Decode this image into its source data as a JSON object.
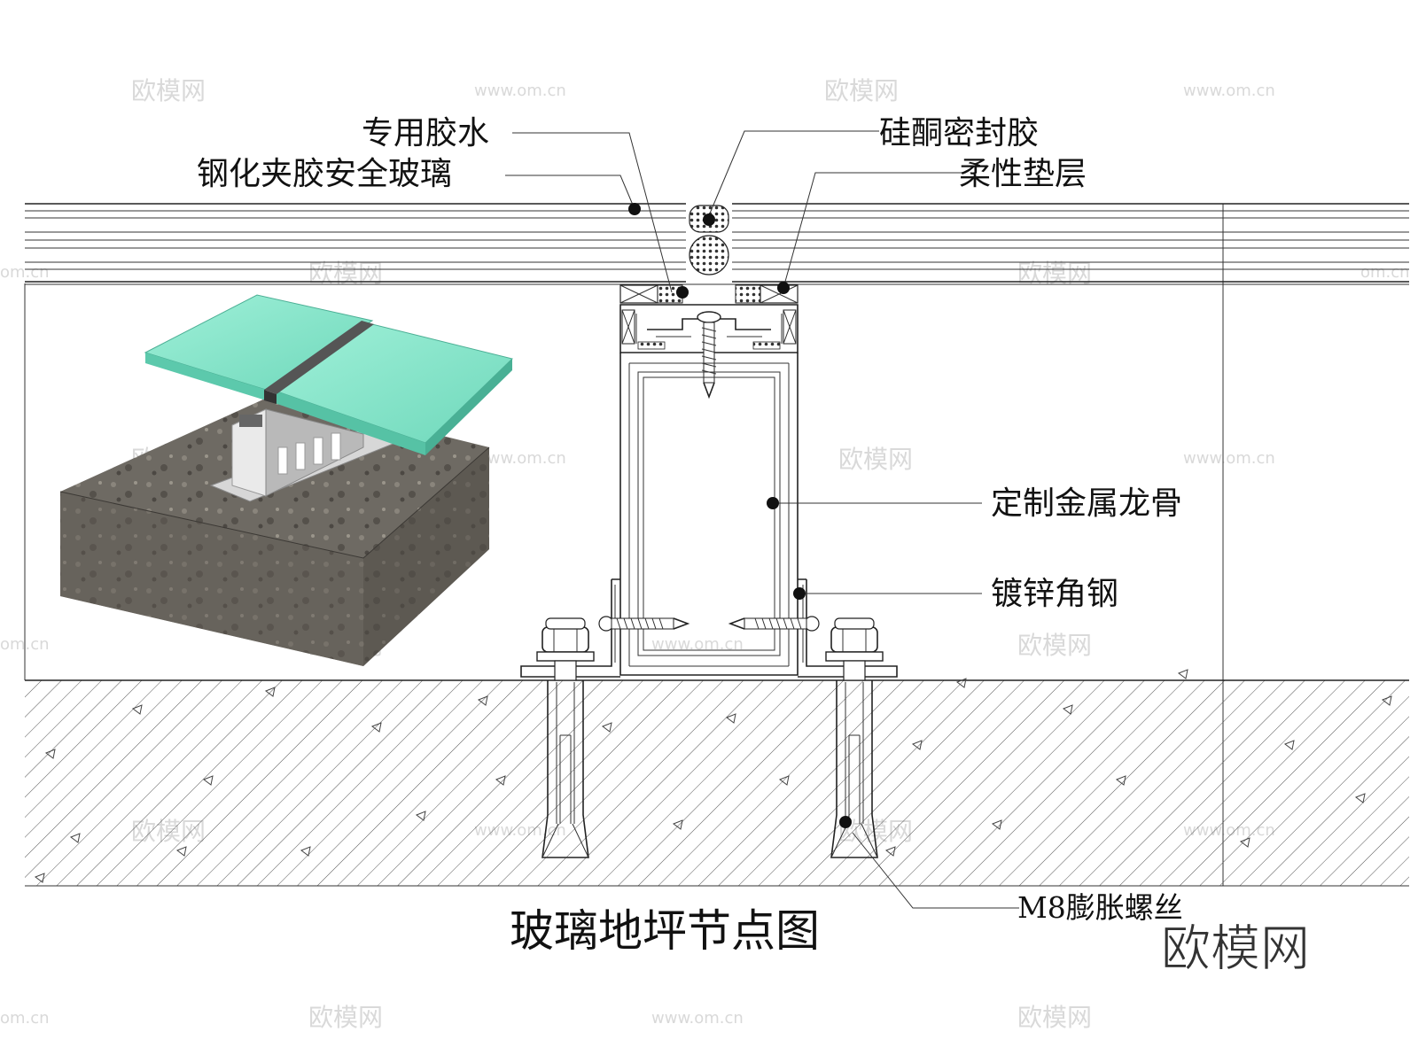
{
  "title": "玻璃地坪节点图",
  "logo_text": "欧模网",
  "watermarks": {
    "site": "www.om.cn",
    "brand": "欧模网",
    "edge": "om.cn"
  },
  "labels": {
    "glue": "专用胶水",
    "glass": "钢化夹胶安全玻璃",
    "silicone": "硅酮密封胶",
    "pad": "柔性垫层",
    "keel": "定制金属龙骨",
    "angle": "镀锌角钢",
    "bolt": "M8膨胀螺丝"
  },
  "colors": {
    "glass": "#7fe0c4",
    "glass_edge": "#5cc0a6",
    "concrete": "#6f6a62",
    "line": "#222222"
  }
}
